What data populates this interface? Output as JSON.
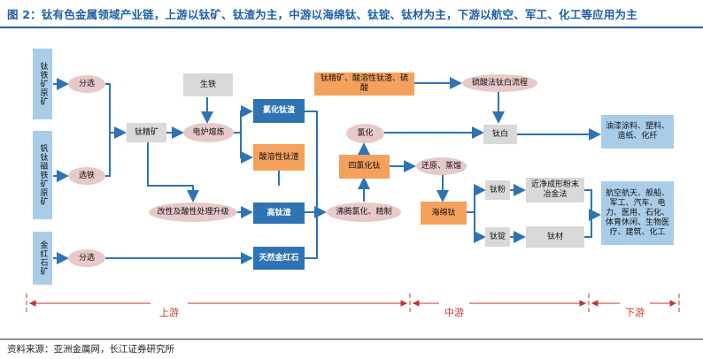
{
  "title": "图 2：钛有色金属领域产业链，上游以钛矿、钛渣为主，中游以海绵钛、钛锭、钛材为主，下游以航空、军工、化工等应用为主",
  "source": "资料来源：亚洲金属网，长江证券研究所",
  "nodes": {
    "titanium_ore": "钛铁矿原矿",
    "vanadium_ore": "钒钛磁铁矿原矿",
    "rutile_ore": "金红石矿",
    "beneficiation_1": "分选",
    "beneficiation_2": "选铁",
    "beneficiation_3": "分选",
    "ilmenite_concentrate": "钛精矿",
    "pig_iron": "生铁",
    "electric_furnace": "电炉熔炼",
    "chlorinated_slag": "氯化钛渣",
    "acid_soluble_slag": "酸溶性钛渣",
    "upgrade_process": "改性及酸性处理升级",
    "high_ti_slag": "高钛渣",
    "natural_rutile": "天然金红石",
    "sulfate_inputs": "钛精矿、酸溶性钛渣、硫酸",
    "sulfate_process": "硫酸法钛白流程",
    "chlorination_1": "氯化",
    "titanium_dioxide": "钛白",
    "ticl4": "四氯化钛",
    "boiling_chlorination": "沸腾氯化、精制",
    "reduction_distillation": "还原、蒸馏",
    "sponge_titanium": "海绵钛",
    "titanium_powder": "钛粉",
    "powder_metallurgy": "近净成形粉末冶金法",
    "titanium_ingot": "钛锭",
    "titanium_material": "钛材",
    "coatings_apps": "油漆涂料、塑料、造纸、化纤",
    "aerospace_apps": "航空航天、舰船、军工、汽车、电力、医用、石化、体育休闲、生物医疗、建筑、化工"
  },
  "stages": {
    "upstream": "上游",
    "midstream": "中游",
    "downstream": "下游"
  }
}
